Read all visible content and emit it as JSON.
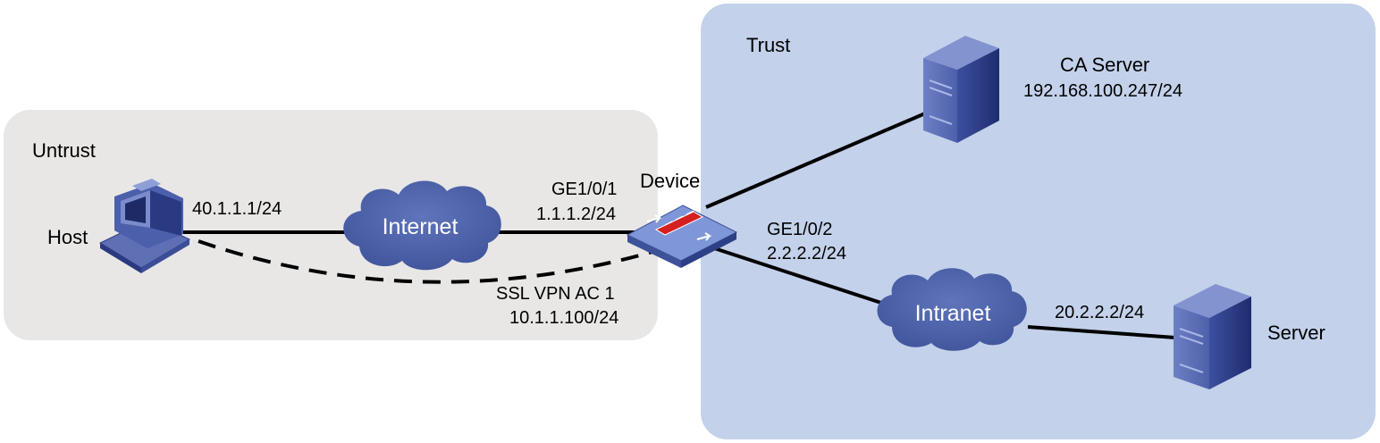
{
  "zones": {
    "untrust": {
      "label": "Untrust",
      "color": "#e8e7e6"
    },
    "trust": {
      "label": "Trust",
      "color": "#c3d1ea"
    }
  },
  "nodes": {
    "host": {
      "label": "Host",
      "ip": "40.1.1.1/24",
      "icon": "pc-icon"
    },
    "internet": {
      "label": "Internet",
      "icon": "cloud-icon"
    },
    "device": {
      "label": "Device",
      "icon": "firewall-icon",
      "ge1": {
        "name": "GE1/0/1",
        "ip": "1.1.1.2/24"
      },
      "ge2": {
        "name": "GE1/0/2",
        "ip": "2.2.2.2/24"
      },
      "ac": {
        "name": "SSL VPN AC 1",
        "ip": "10.1.1.100/24"
      }
    },
    "ca_server": {
      "label": "CA Server",
      "ip": "192.168.100.247/24",
      "icon": "server-icon"
    },
    "intranet": {
      "label": "Intranet",
      "icon": "cloud-icon"
    },
    "server": {
      "label": "Server",
      "ip": "20.2.2.2/24",
      "icon": "server-icon"
    }
  },
  "colors": {
    "cloud": "#4a5fa6",
    "server": "#2b3a80",
    "device": "#5a78c8",
    "device_accent": "#d42020",
    "link": "#000000"
  }
}
